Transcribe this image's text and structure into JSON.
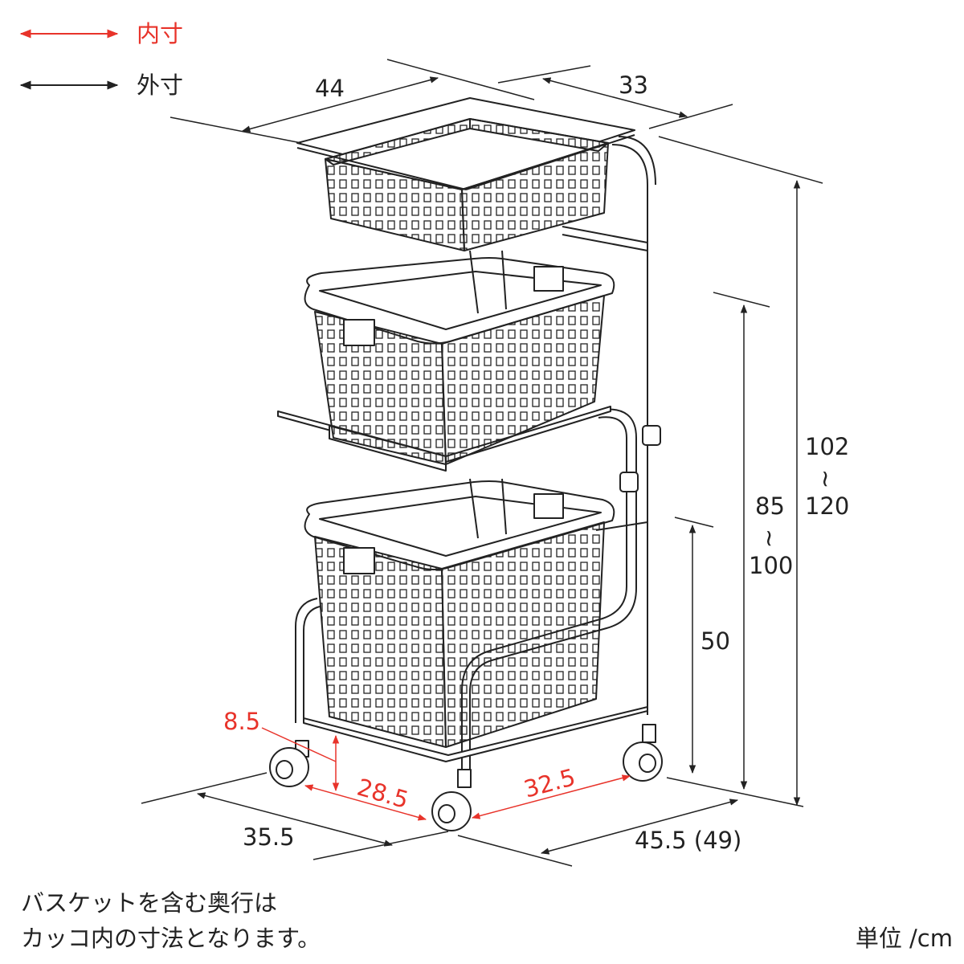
{
  "legend": {
    "inner_label": "内寸",
    "outer_label": "外寸",
    "inner_color": "#e8332a",
    "outer_color": "#222222"
  },
  "dimensions": {
    "top_width": "44",
    "top_depth": "33",
    "height_full_top": "102",
    "height_full_sep": "~",
    "height_full_bottom": "120",
    "height_mid_top": "85",
    "height_mid_sep": "~",
    "height_mid_bottom": "100",
    "height_low": "50",
    "base_clearance": "8.5",
    "base_inner_width": "28.5",
    "base_inner_depth": "32.5",
    "base_width": "35.5",
    "base_depth": "45.5 (49)"
  },
  "notes": {
    "line1": "バスケットを含む奥行は",
    "line2": "カッコ内の寸法となります。",
    "unit": "単位 /cm"
  },
  "colors": {
    "line": "#222222",
    "accent": "#e8332a",
    "basket_fill": "#ffffff"
  }
}
